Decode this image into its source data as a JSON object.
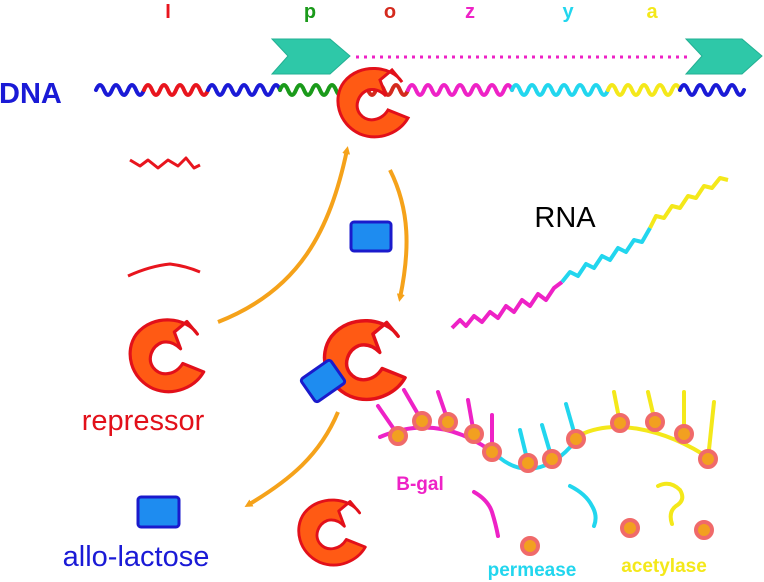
{
  "gene_labels": [
    {
      "letter": "I",
      "color": "#e8151e"
    },
    {
      "letter": "p",
      "color": "#1a9a1a"
    },
    {
      "letter": "o",
      "color": "#d42a1e"
    },
    {
      "letter": "z",
      "color": "#ee22c6"
    },
    {
      "letter": "y",
      "color": "#22d6ee"
    },
    {
      "letter": "a",
      "color": "#f4e81a"
    }
  ],
  "labels": {
    "dna": "DNA",
    "rna": "RNA",
    "repressor": "repressor",
    "allolactose": "allo-lactose",
    "bgal": "B-gal",
    "permease": "permease",
    "acetylase": "acetylase"
  },
  "colors": {
    "dna_blue": "#1a1ad6",
    "gene_i": "#e8151e",
    "promoter": "#1a9a1a",
    "operator": "#d42a1e",
    "lacz": "#ee22c6",
    "lacy": "#22d6ee",
    "laca": "#f4e81a",
    "repressor_fill": "#ff5a14",
    "repressor_stroke": "#e2101a",
    "inducer_fill": "#1e8cf0",
    "inducer_stroke": "#1a1acc",
    "arrow": "#f5a21a",
    "polymerase": "#2ec8a8",
    "ribosome_dot_fill": "#f2a020",
    "ribosome_dot_stroke": "#f06a6a"
  }
}
